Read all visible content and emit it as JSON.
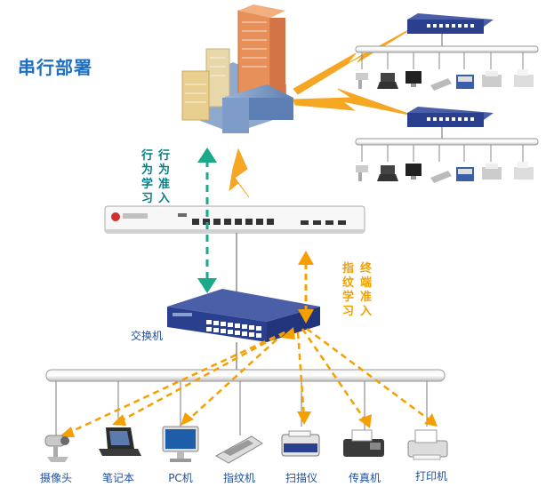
{
  "title": "串行部署",
  "behavior_labels": {
    "col1": "行为学习",
    "col2": "行为准入"
  },
  "fingerprint_labels": {
    "col1": "指纹学习",
    "col2": "终端准入"
  },
  "switch_label": "交换机",
  "devices": [
    {
      "label": "摄像头",
      "icon": "camera-icon"
    },
    {
      "label": "笔记本",
      "icon": "laptop-icon"
    },
    {
      "label": "PC机",
      "icon": "pc-icon"
    },
    {
      "label": "指纹机",
      "icon": "fingerprint-scanner-icon"
    },
    {
      "label": "扫描仪",
      "icon": "scanner-icon"
    },
    {
      "label": "传真机",
      "icon": "fax-icon"
    },
    {
      "label": "打印机",
      "icon": "printer-icon"
    }
  ],
  "colors": {
    "title": "#1f6fc0",
    "teal_arrow": "#1aaa8a",
    "orange_arrow": "#f5a000",
    "switch_blue": "#2b3f8f",
    "bus_gray": "#d8d8d8"
  }
}
